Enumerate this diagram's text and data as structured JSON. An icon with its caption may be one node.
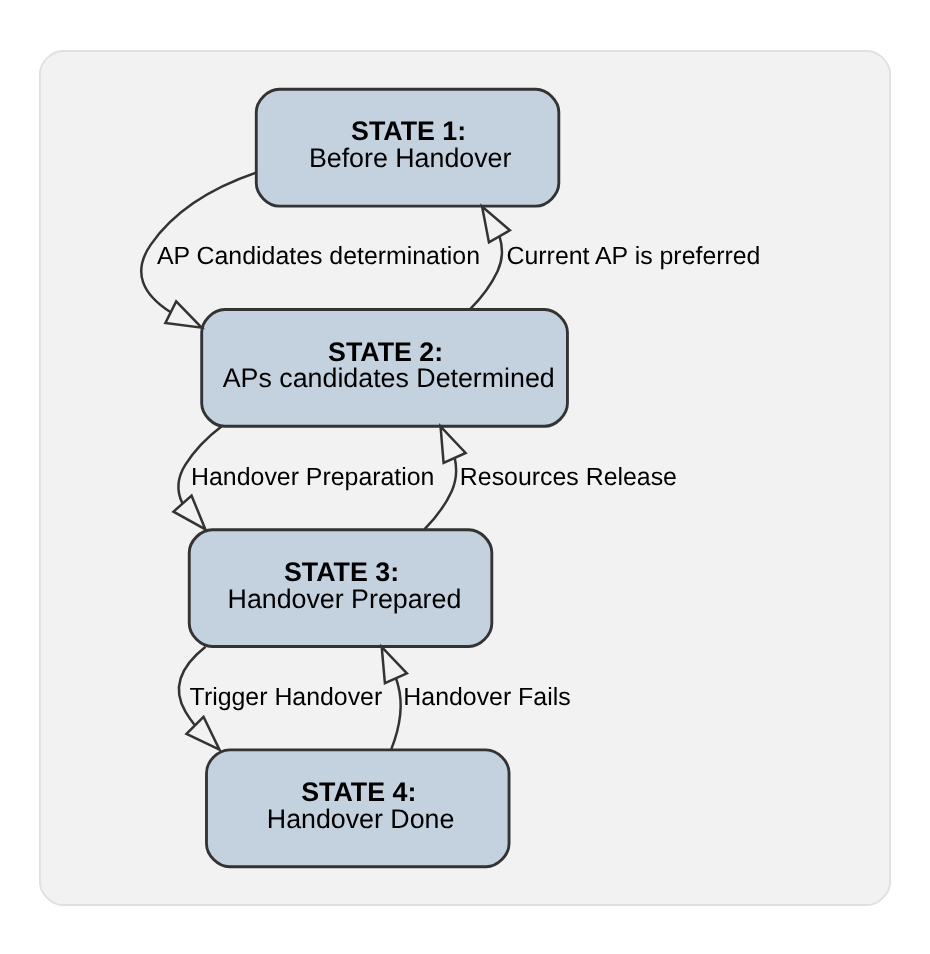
{
  "diagram": {
    "nodes": [
      {
        "text": [],
        "shape": "box"
      },
      {
        "text": [
          "STATE 1:",
          "Before Handover"
        ],
        "in": 0
      },
      {
        "text": [
          "STATE 2:",
          "APs candidates Determined"
        ],
        "in": 0
      },
      {
        "text": [
          "STATE 3:",
          "Handover Prepared"
        ],
        "in": 0
      },
      {
        "text": [
          "STATE 4:",
          "Handover Done"
        ],
        "in": 0
      }
    ],
    "edges": [
      {
        "from": 1,
        "to": 2,
        "arrow": "to",
        "label": "AP Candidates determination"
      },
      {
        "from": 2,
        "to": 1,
        "arrow": "to",
        "label": "Current AP is preferred"
      },
      {
        "from": 2,
        "to": 3,
        "arrow": "to",
        "label": "Handover Preparation"
      },
      {
        "from": 3,
        "to": 2,
        "arrow": "to",
        "label": "Resources Release"
      },
      {
        "from": 3,
        "to": 4,
        "arrow": "to",
        "label": "Trigger Handover"
      },
      {
        "from": 4,
        "to": 3,
        "arrow": "to",
        "label": "Handover Fails"
      }
    ]
  }
}
